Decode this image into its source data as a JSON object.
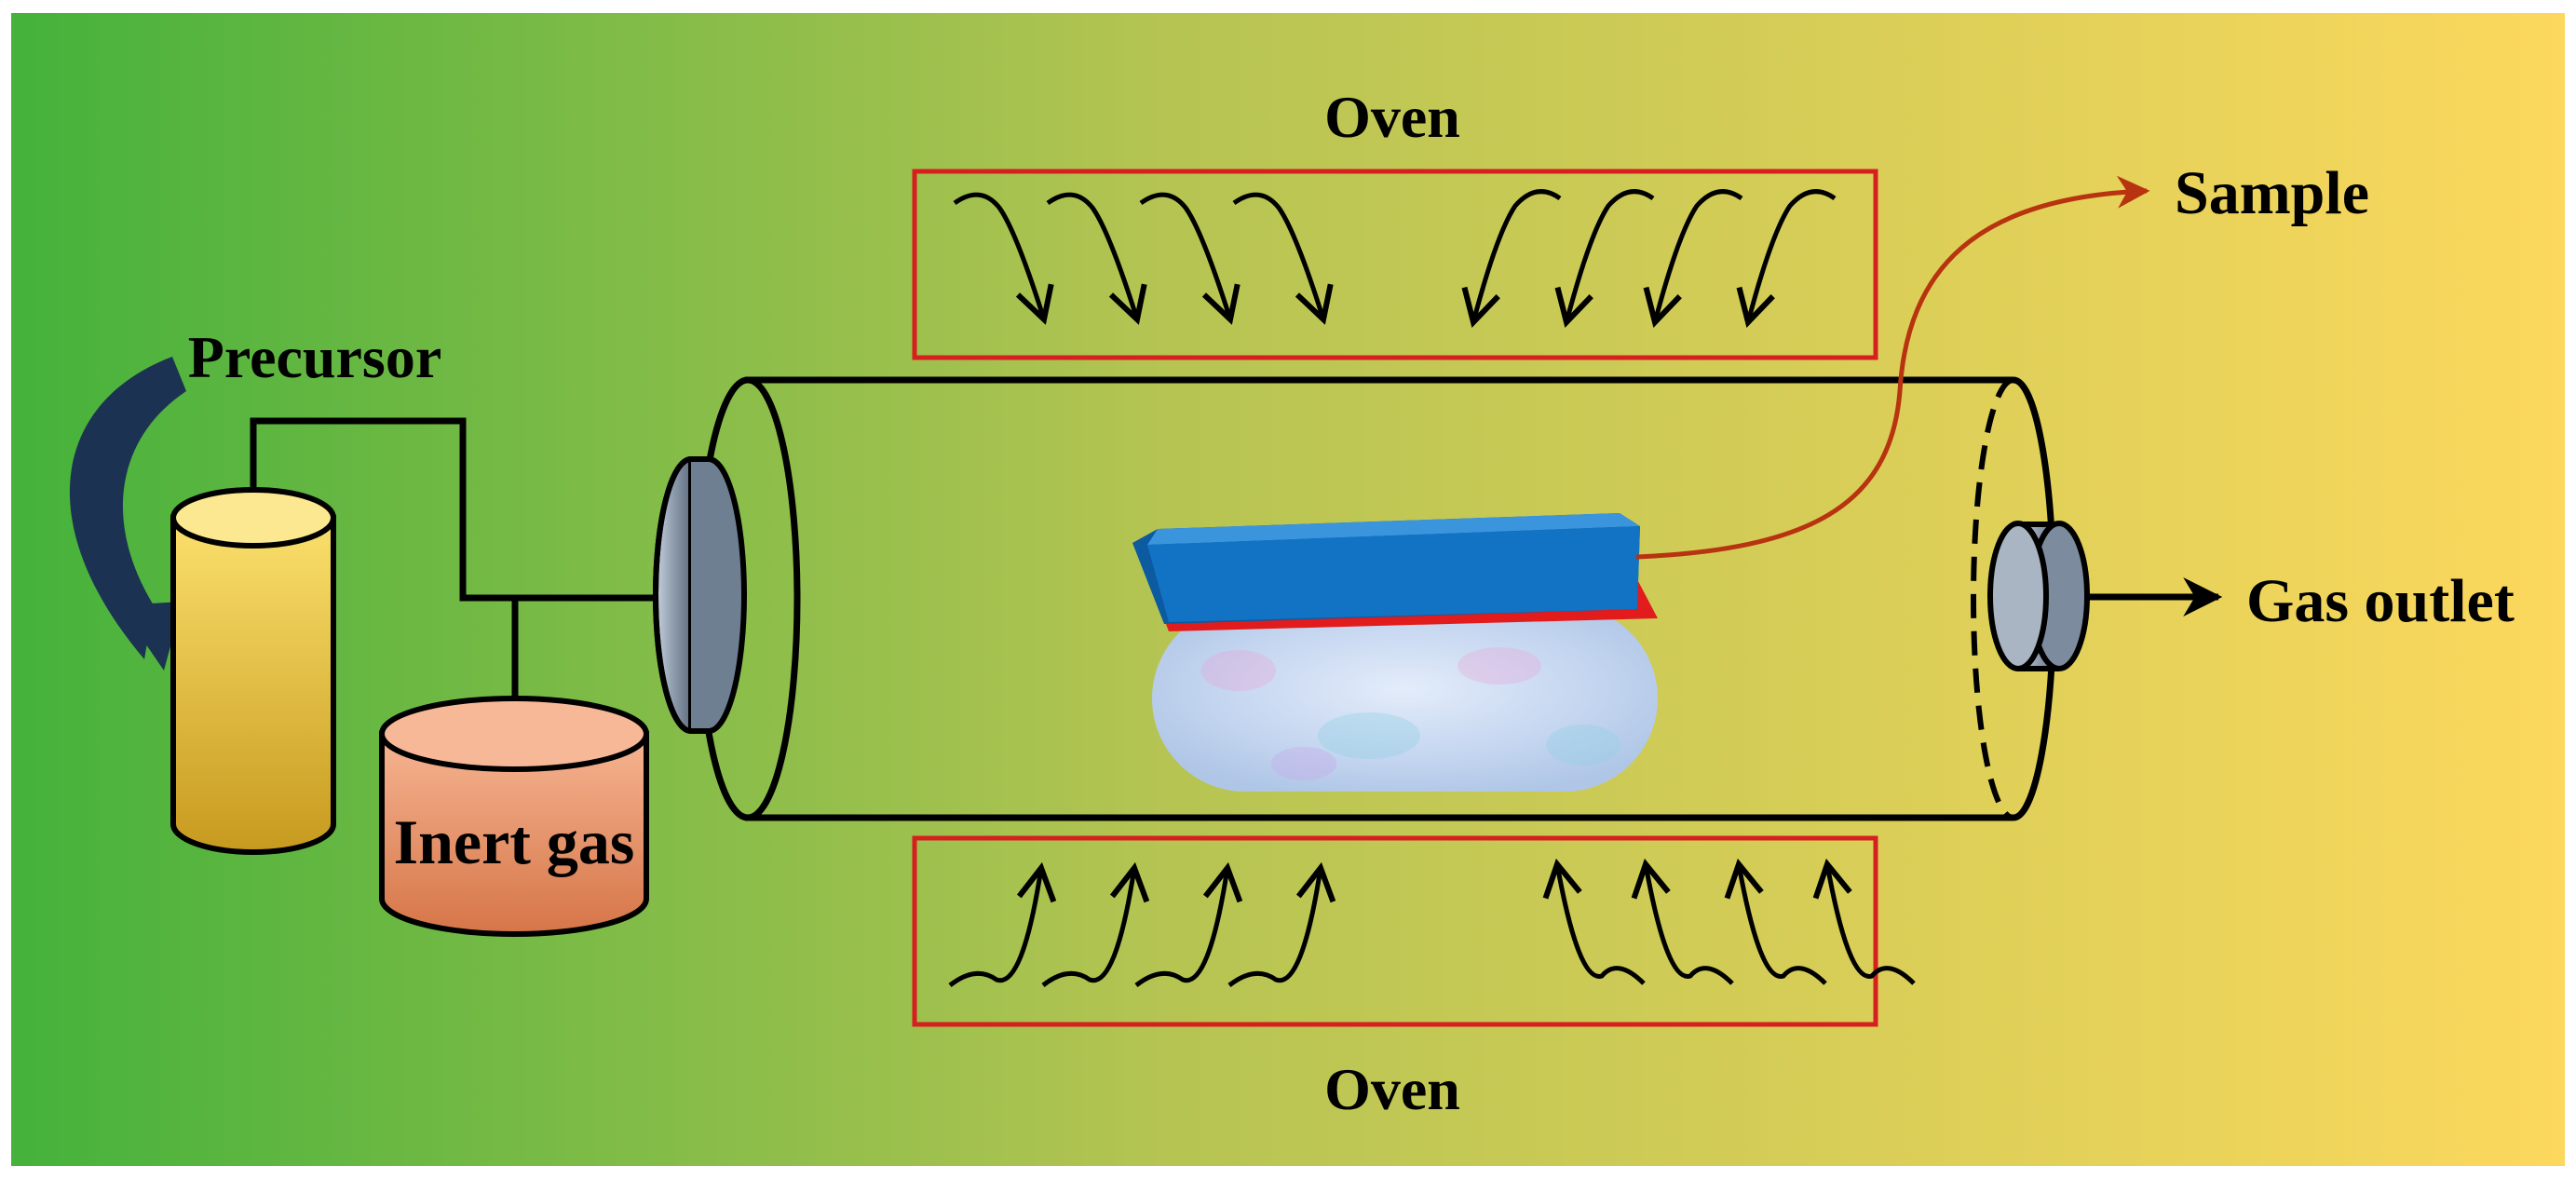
{
  "labels": {
    "oven_top": "Oven",
    "oven_bottom": "Oven",
    "sample": "Sample",
    "precursor": "Precursor",
    "inert_gas": "Inert gas",
    "gas_outlet": "Gas outlet"
  },
  "colors": {
    "background_left": "#44b23b",
    "background_mid": "#b5c452",
    "background_right": "#fcd85d",
    "oven_border": "#d61f1f",
    "sample_top": "#1273c4",
    "sample_edge": "#e21c1c",
    "sample_pointer": "#b8330f",
    "precursor_cylinder": "#f1c840",
    "inert_gas_cylinder": "#ee956a",
    "tube_caps": "#8c9bad",
    "precursor_arrow": "#1c3252"
  }
}
